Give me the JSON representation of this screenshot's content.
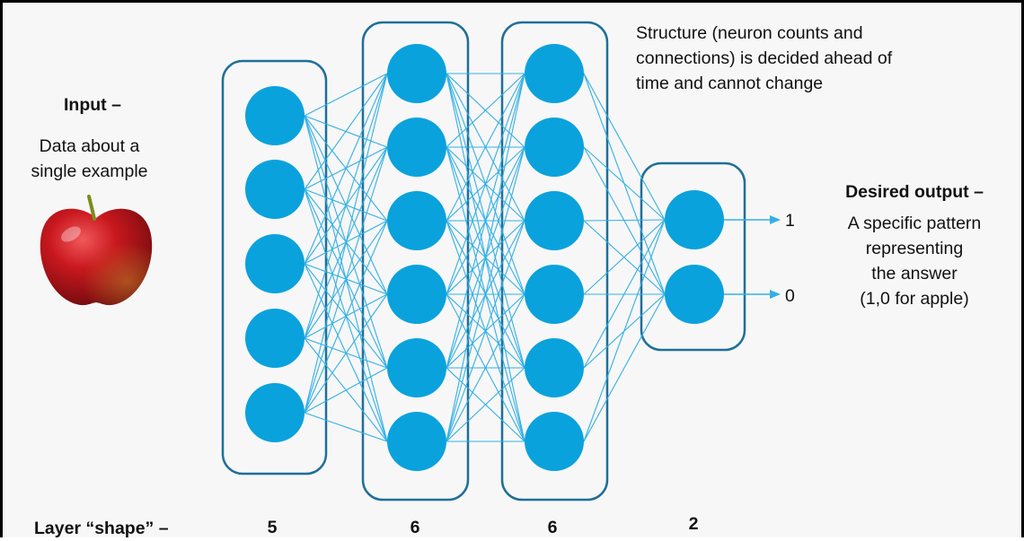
{
  "input": {
    "title": "Input –",
    "line1": "Data about a",
    "line2": "single example"
  },
  "structure_note": {
    "line1": "Structure (neuron counts and",
    "line2": "connections) is decided ahead of",
    "line3": "time and cannot change"
  },
  "output": {
    "title": "Desired output –",
    "line1": "A specific pattern",
    "line2": "representing",
    "line3": "the answer",
    "line4": "(1,0 for apple)",
    "values": [
      "1",
      "0"
    ]
  },
  "shape": {
    "label": "Layer “shape” –",
    "counts": [
      "5",
      "6",
      "6",
      "2"
    ]
  },
  "network": {
    "layers": [
      5,
      6,
      6,
      2
    ]
  },
  "colors": {
    "neuron": "#0aa2dc",
    "connection": "#33b0e6",
    "layer_box": "#1f6f98",
    "apple": "#b3171b"
  },
  "icons": {
    "input_image": "apple-icon"
  }
}
